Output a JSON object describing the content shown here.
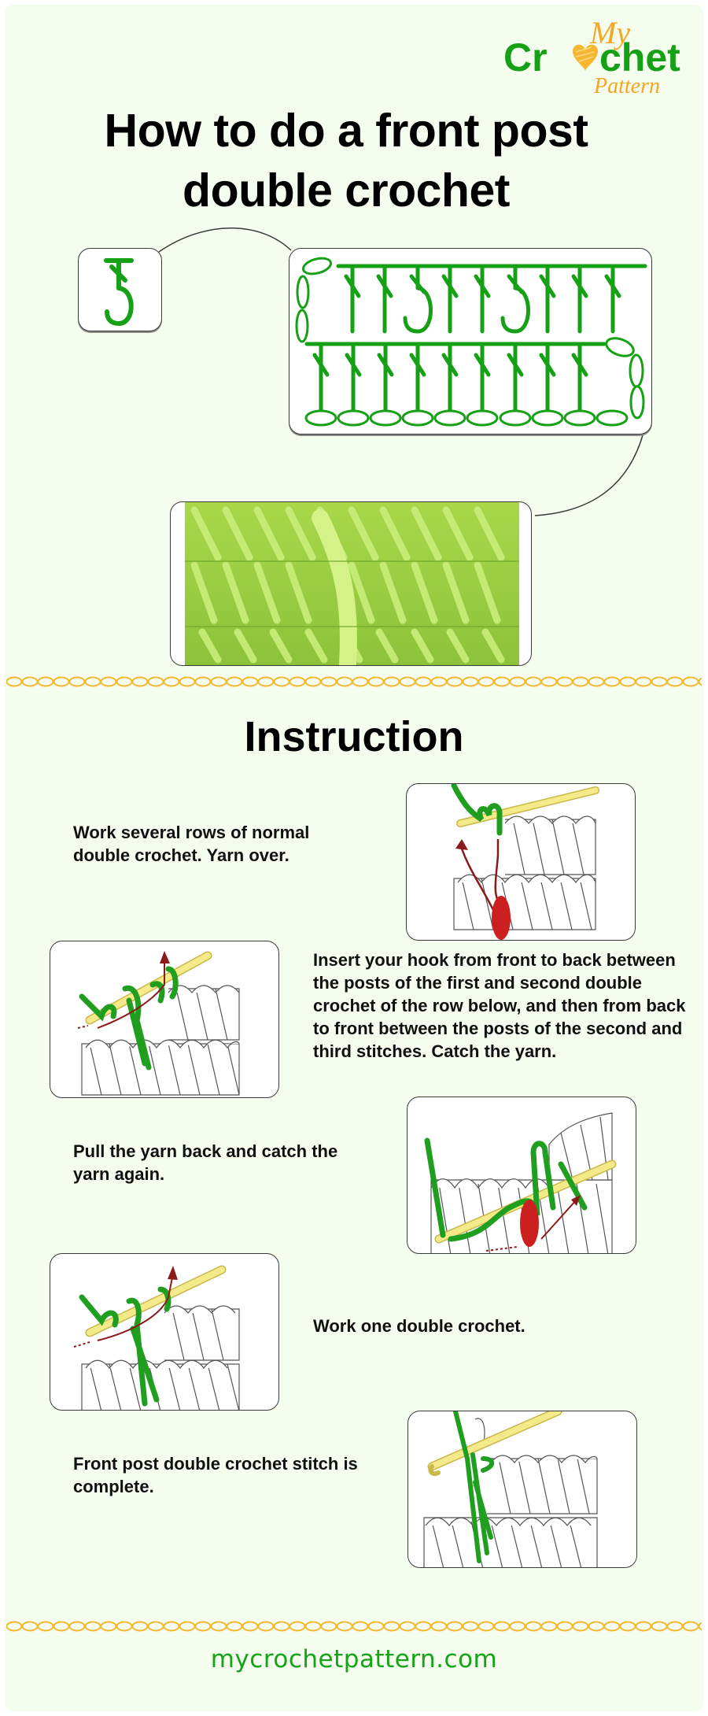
{
  "logo": {
    "word_my": "My",
    "word_crochet_left": "Cr",
    "word_crochet_right": "chet",
    "word_pattern": "Pattern",
    "colors": {
      "green": "#16a016",
      "orange": "#f5a623"
    }
  },
  "header": {
    "title_line1": "How to do a front post",
    "title_line2": "double crochet"
  },
  "diagram": {
    "symbol_name": "front-post-double-crochet-symbol",
    "chart_name": "stitch-chart",
    "chart_rows": 2,
    "stitches_per_row": 9,
    "foundation_chains": 10,
    "highlighted_columns_top_row": [
      3,
      6
    ],
    "stitch_color": "#16a016"
  },
  "photo": {
    "alt": "Green yarn front post double crochet swatch"
  },
  "instructions": {
    "heading": "Instruction",
    "steps": [
      {
        "text": "Work several rows of normal double crochet. Yarn over."
      },
      {
        "text": "Insert your hook from front to back between the posts of the first and second double crochet of the row below, and then from back to front between the posts of the second and third stitches. Catch the yarn."
      },
      {
        "text": "Pull the yarn back and catch the yarn again."
      },
      {
        "text": "Work one double crochet."
      },
      {
        "text": "Front post double crochet stitch is complete."
      }
    ]
  },
  "divider": {
    "color": "#f2b632"
  },
  "footer": {
    "url": "mycrochetpattern.com",
    "color": "#17a317"
  },
  "colors": {
    "background": "#f4fdee",
    "yarn_green": "#1f9e1f",
    "hook_yellow": "#f4ea8a",
    "yarn_red": "#cc2020",
    "arrow_brown": "#8b1a1a"
  }
}
